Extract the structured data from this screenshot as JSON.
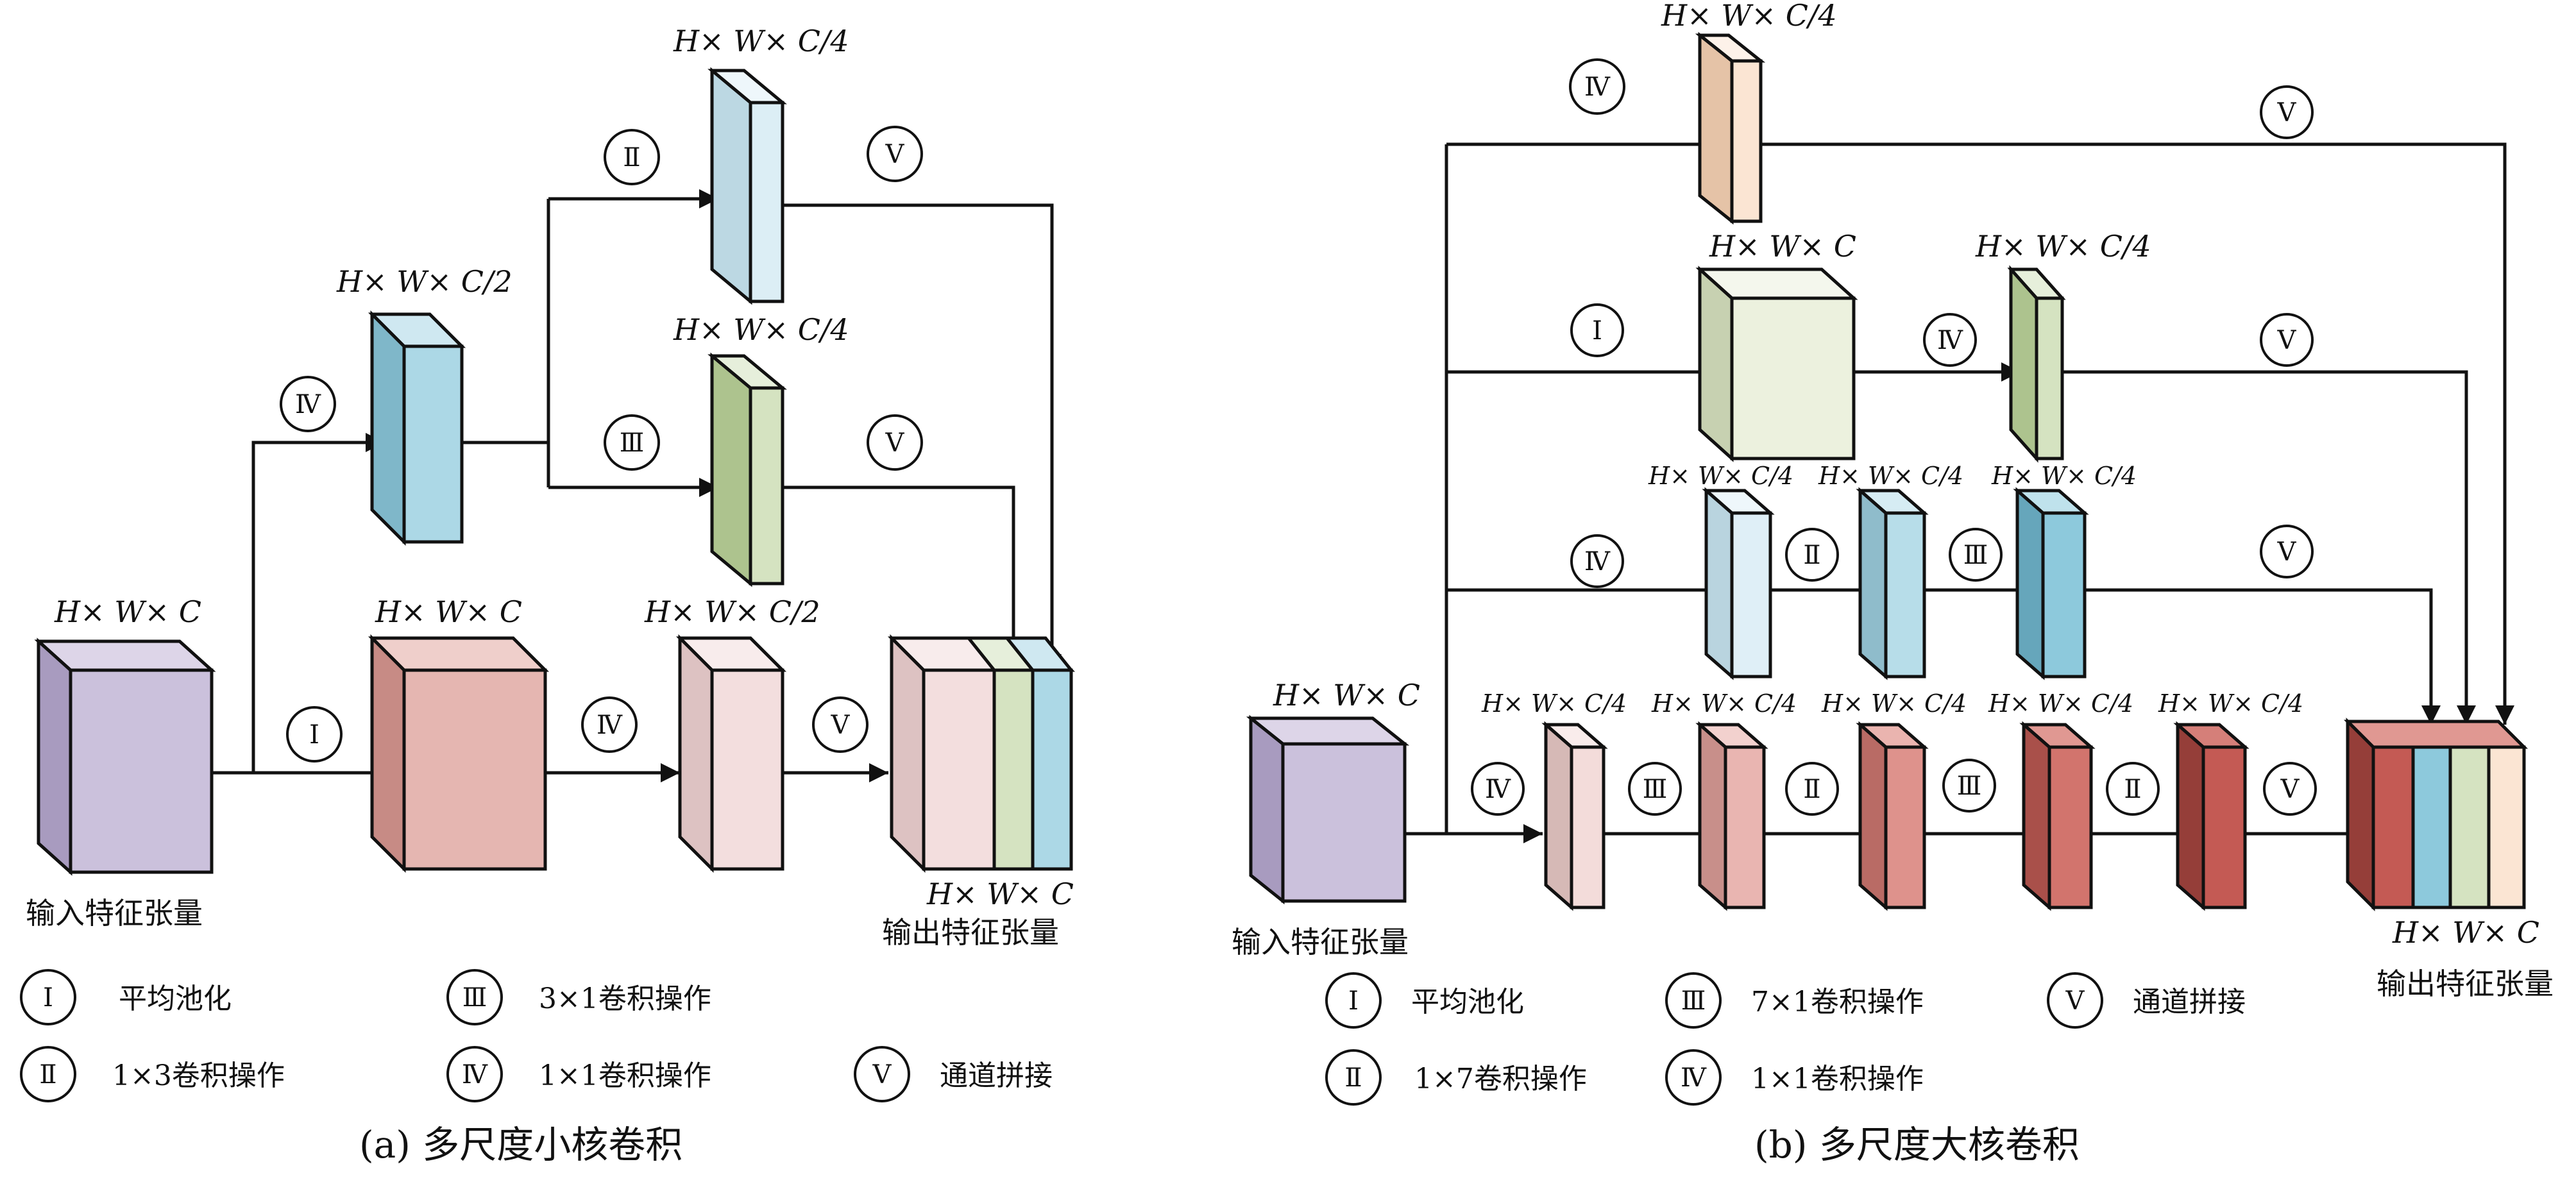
{
  "panel_a": {
    "caption": "(a) 多尺度小核卷积",
    "input_dim": "H× W× C",
    "input_label": "输入特征张量",
    "avgpool_dim": "H× W× C",
    "branch_c2_top_dim": "H× W× C/2",
    "conv13_dim": "H× W× C/4",
    "conv31_dim": "H× W× C/4",
    "branch_c2_bottom_dim": "H× W× C/2",
    "output_dim": "H× W× C",
    "output_label": "输出特征张量",
    "ops": {
      "input_to_avgpool": "Ⅰ",
      "to_top_branch": "Ⅳ",
      "to_conv13": "Ⅱ",
      "to_conv31": "Ⅲ",
      "avgpool_to_bottom": "Ⅳ",
      "concat_1": "Ⅴ",
      "concat_2": "Ⅴ",
      "concat_3": "Ⅴ"
    },
    "legend": [
      {
        "sym": "Ⅰ",
        "text": "平均池化"
      },
      {
        "sym": "Ⅲ",
        "text": "3×1卷积操作"
      },
      {
        "sym": "Ⅱ",
        "text": "1×3卷积操作"
      },
      {
        "sym": "Ⅳ",
        "text": "1×1卷积操作"
      },
      {
        "sym": "Ⅴ",
        "text": "通道拼接"
      }
    ]
  },
  "panel_b": {
    "caption": "(b) 多尺度大核卷积",
    "input_dim": "H× W× C",
    "input_label": "输入特征张量",
    "row1_dim": "H× W× C/4",
    "row2_avgpool_dim": "H× W× C",
    "row2_conv_dim": "H× W× C/4",
    "row3_dims": [
      "H× W× C/4",
      "H× W× C/4",
      "H× W× C/4"
    ],
    "row4_dims": [
      "H× W× C/4",
      "H× W× C/4",
      "H× W× C/4",
      "H× W× C/4",
      "H× W× C/4"
    ],
    "output_dim": "H× W× C",
    "output_label": "输出特征张量",
    "ops": {
      "row1_in": "Ⅳ",
      "row1_out": "Ⅴ",
      "row2_in": "Ⅰ",
      "row2_mid": "Ⅳ",
      "row2_out": "Ⅴ",
      "row3": [
        "Ⅳ",
        "Ⅱ",
        "Ⅲ",
        "Ⅴ"
      ],
      "row4": [
        "Ⅳ",
        "Ⅲ",
        "Ⅱ",
        "Ⅲ",
        "Ⅱ",
        "Ⅴ"
      ]
    },
    "legend": [
      {
        "sym": "Ⅰ",
        "text": "平均池化"
      },
      {
        "sym": "Ⅲ",
        "text": "7×1卷积操作"
      },
      {
        "sym": "Ⅴ",
        "text": "通道拼接"
      },
      {
        "sym": "Ⅱ",
        "text": "1×7卷积操作"
      },
      {
        "sym": "Ⅳ",
        "text": "1×1卷积操作"
      }
    ]
  },
  "colors": {
    "input": "#cbc1dc",
    "avgpool_a": "#e5b6b1",
    "branch_c2_bottom": "#f3dede",
    "branch_c2_top": "#acd8e6",
    "conv13": "#dceef5",
    "conv31": "#d5e3c1",
    "b_row1": "#fbe5d3",
    "b_avgpool": "#ecf1de",
    "b_row2_conv": "#d5e3c1",
    "b_row3": [
      "#dfeff7",
      "#b7dde9",
      "#8dc9dc"
    ],
    "b_row4": [
      "#f3dcda",
      "#e9b5b1",
      "#de928c",
      "#d2746d",
      "#c45a54"
    ]
  }
}
